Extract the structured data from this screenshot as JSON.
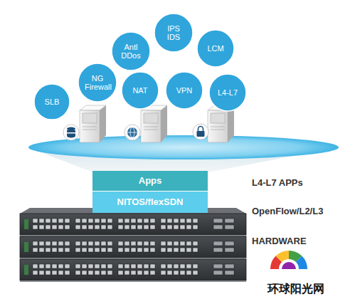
{
  "diagram": {
    "nodes": [
      {
        "text": [
          "SLB"
        ]
      },
      {
        "text": [
          "NG Firewall"
        ]
      },
      {
        "text": [
          "Antl DDos"
        ]
      },
      {
        "text": [
          "IPS IDS"
        ]
      },
      {
        "text": [
          "LCM"
        ]
      },
      {
        "text": [
          "NAT"
        ]
      },
      {
        "text": [
          "VPN"
        ]
      },
      {
        "text": [
          "L4-L7"
        ]
      },
      {
        "text": [
          "Apps"
        ]
      },
      {
        "text": [
          "NITOS/flexSDN"
        ]
      }
    ],
    "labels": [
      "L4-L7 APPs",
      "OpenFlow/L2/L3",
      "HARDWARE",
      "环球阳光网"
    ]
  }
}
